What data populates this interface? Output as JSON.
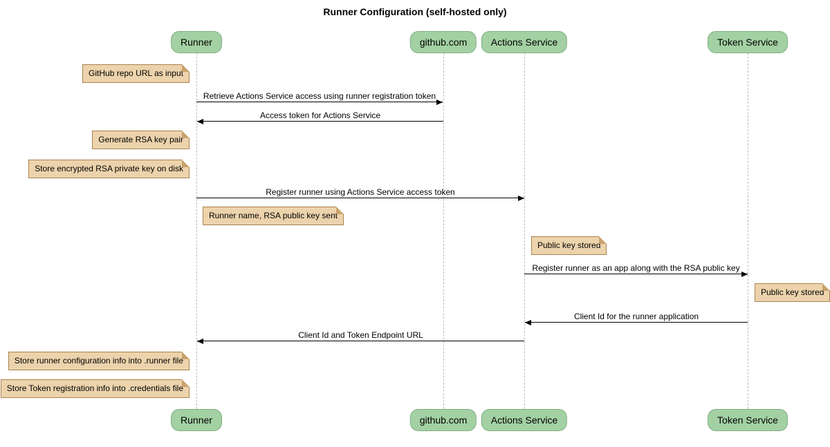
{
  "title": "Runner Configuration (self-hosted only)",
  "participants": [
    {
      "label": "Runner"
    },
    {
      "label": "github.com"
    },
    {
      "label": "Actions Service"
    },
    {
      "label": "Token Service"
    }
  ],
  "messages": [
    {
      "from": "Runner",
      "to": "github.com",
      "label": "Retrieve Actions Service access using runner registration token"
    },
    {
      "from": "github.com",
      "to": "Runner",
      "label": "Access token for Actions Service"
    },
    {
      "from": "Runner",
      "to": "Actions Service",
      "label": "Register runner using Actions Service access token"
    },
    {
      "from": "Actions Service",
      "to": "Token Service",
      "label": "Register runner as an app along with the RSA public key"
    },
    {
      "from": "Token Service",
      "to": "Actions Service",
      "label": "Client Id for the runner application"
    },
    {
      "from": "Actions Service",
      "to": "Runner",
      "label": "Client Id and Token Endpoint URL"
    }
  ],
  "notes": [
    {
      "position": "left of Runner",
      "text": "GitHub repo URL as input"
    },
    {
      "position": "left of Runner",
      "text": "Generate RSA key pair"
    },
    {
      "position": "left of Runner",
      "text": "Store encrypted RSA private key on disk"
    },
    {
      "position": "right of Runner",
      "text": "Runner name, RSA public key sent"
    },
    {
      "position": "right of Actions Service",
      "text": "Public key stored"
    },
    {
      "position": "right of Token Service",
      "text": "Public key stored"
    },
    {
      "position": "left of Runner",
      "text": "Store runner configuration info into .runner file"
    },
    {
      "position": "left of Runner",
      "text": "Store Token registration info into .credentials file"
    }
  ],
  "colors": {
    "participant_fill": "#a3d1a3",
    "participant_border": "#81ad81",
    "note_fill": "#ecd3ac",
    "note_border": "#a8824f",
    "note_fold": "#c9a26b",
    "lifeline": "#bcbcbc",
    "arrow": "#000000",
    "text": "#000000",
    "background": "#ffffff"
  }
}
